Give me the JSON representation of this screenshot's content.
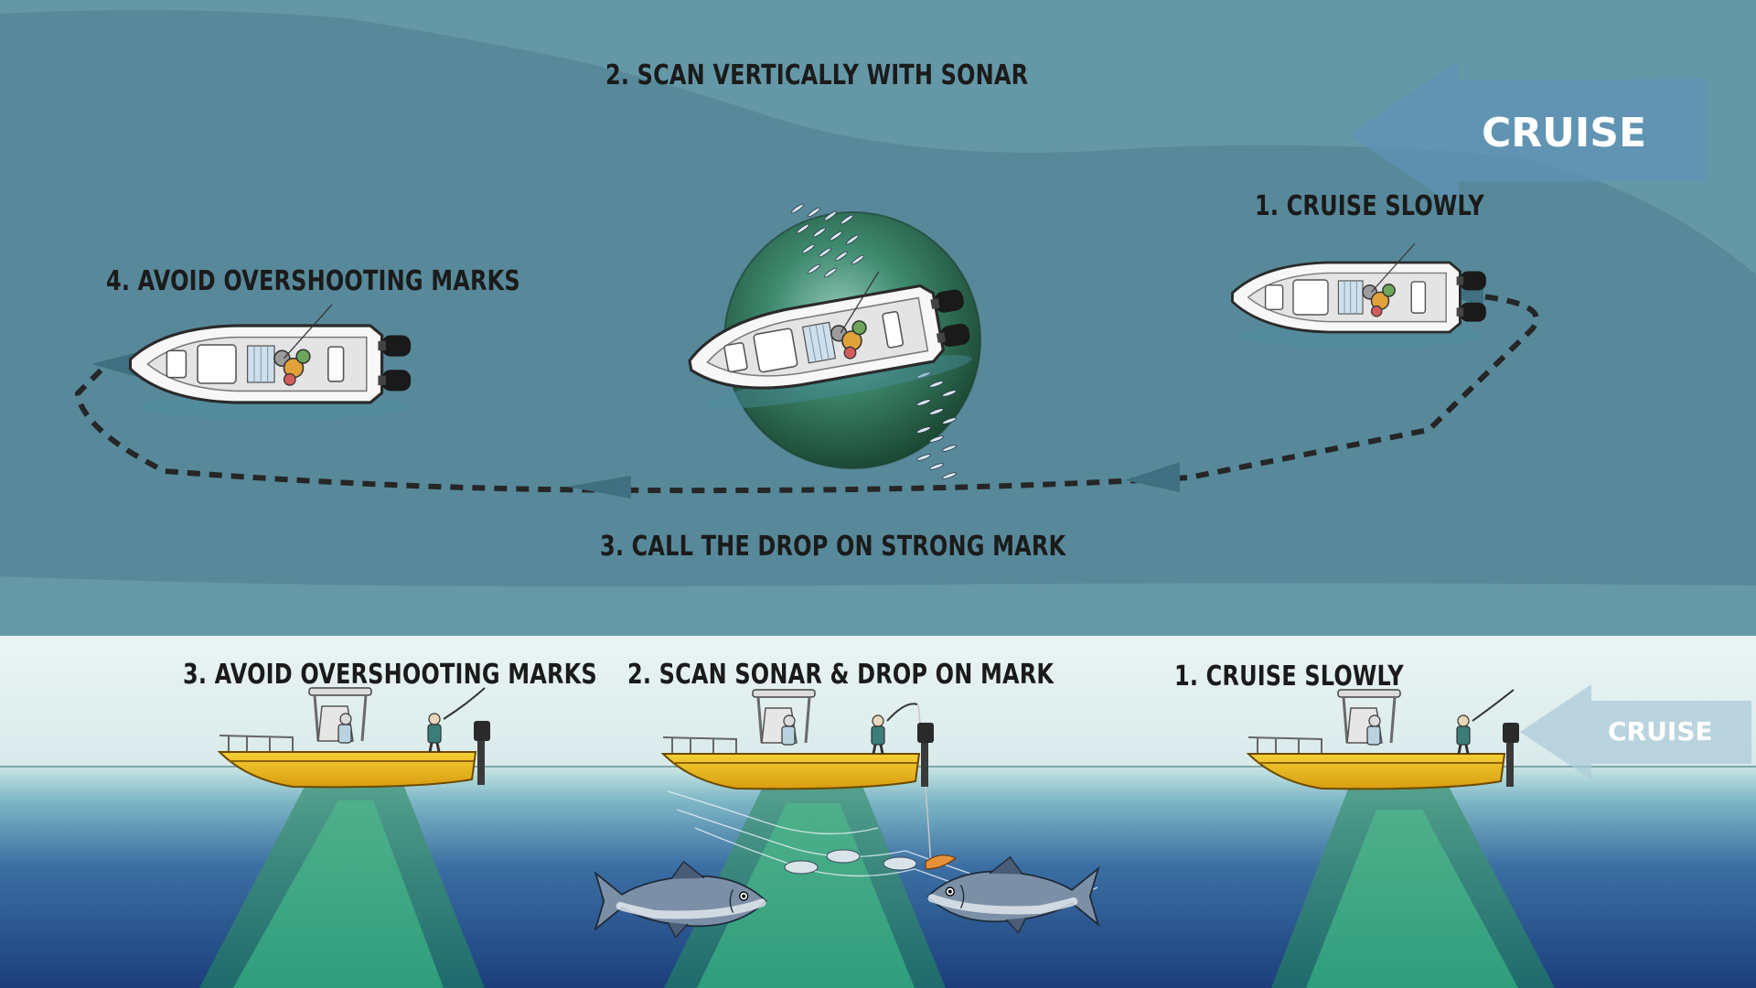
{
  "top_view": {
    "cruise_label": "CRUISE",
    "steps": [
      {
        "label": "1. CRUISE SLOWLY"
      },
      {
        "label": "2. SCAN VERTICALLY WITH SONAR"
      },
      {
        "label": "3. CALL THE DROP ON STRONG MARK"
      },
      {
        "label": "4. AVOID OVERSHOOTING MARKS"
      }
    ]
  },
  "side_view": {
    "cruise_label": "CRUISE",
    "steps": [
      {
        "label": "1. CRUISE SLOWLY"
      },
      {
        "label": "2. SCAN SONAR & DROP ON MARK"
      },
      {
        "label": "3. AVOID OVERSHOOTING MARKS"
      }
    ]
  },
  "colors": {
    "sea_top": "#57899a",
    "sea_light": "#6a9eab",
    "sky": "#e2efef",
    "water_deep": "#1f4a86",
    "sonar_cone": "#3d9a86",
    "boat_hull": "#f2c21e",
    "arrow": "#5f93b6"
  },
  "icons": [
    "direction-arrow-icon",
    "boat-top-icon",
    "boat-side-icon",
    "sonar-sphere-icon",
    "tuna-icon",
    "baitfish-icon",
    "lure-icon"
  ]
}
